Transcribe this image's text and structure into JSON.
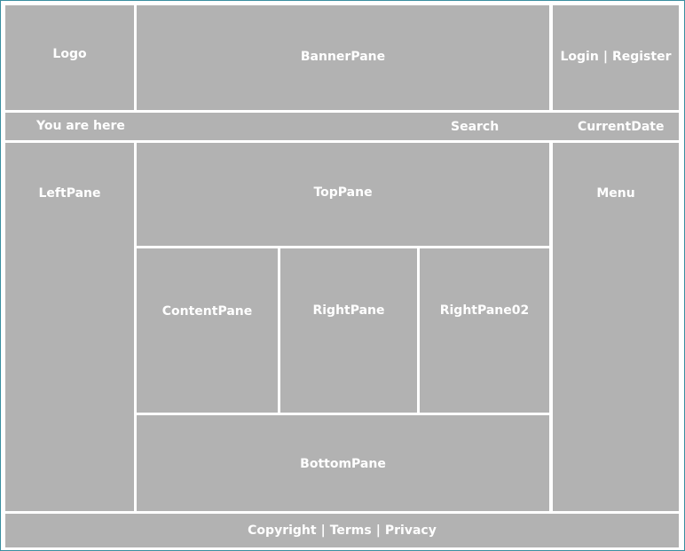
{
  "header": {
    "logo": "Logo",
    "banner": "BannerPane",
    "login": "Login",
    "register": "Register",
    "separator": "|"
  },
  "nav_bar": {
    "breadcrumb": "You are here",
    "search": "Search",
    "current_date": "CurrentDate"
  },
  "body": {
    "left_pane": "LeftPane",
    "top_pane": "TopPane",
    "content_pane": "ContentPane",
    "right_pane": "RightPane",
    "right_pane_02": "RightPane02",
    "bottom_pane": "BottomPane",
    "menu": "Menu"
  },
  "footer": {
    "copyright": "Copyright",
    "terms": "Terms",
    "privacy": "Privacy",
    "separator": "|"
  },
  "colors": {
    "pane_fill": "#b2b2b2",
    "text": "#ffffff",
    "border": "#3a8ea0",
    "gutter": "#ffffff"
  }
}
